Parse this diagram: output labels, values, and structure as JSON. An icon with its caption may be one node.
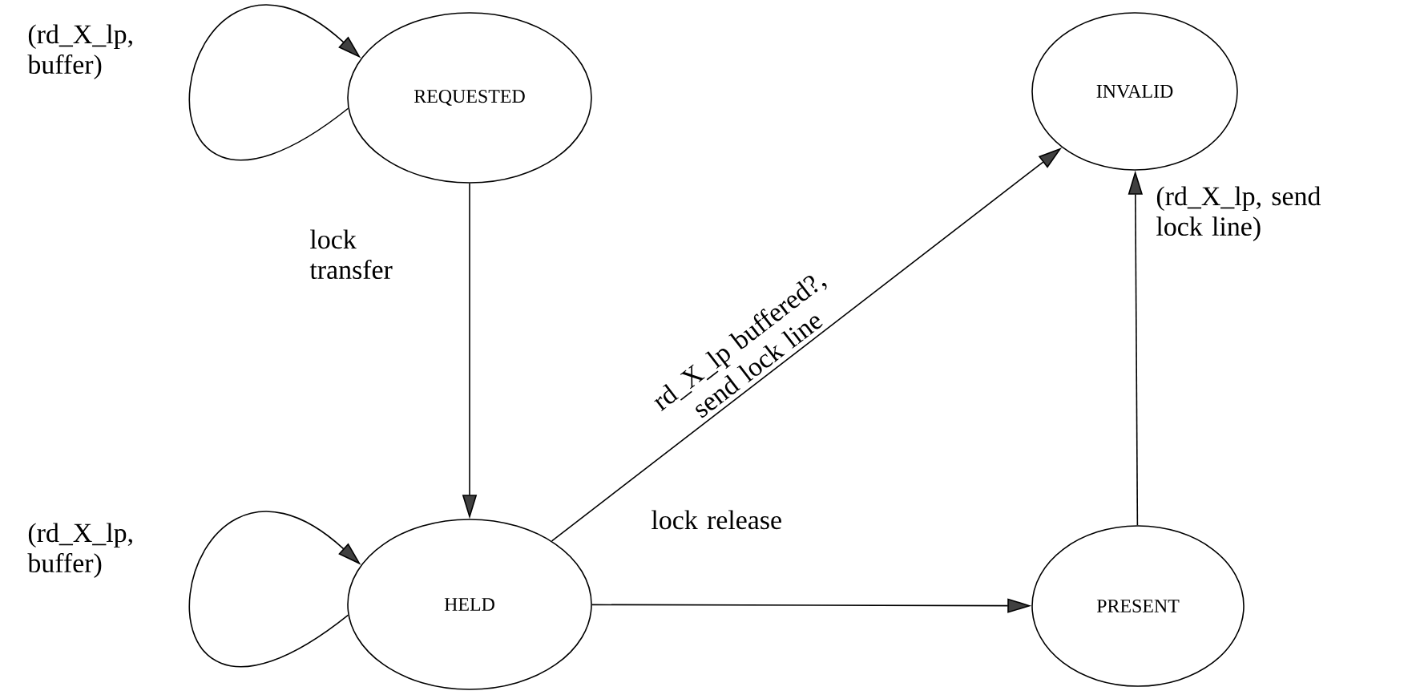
{
  "diagram": {
    "nodes": [
      {
        "text": [
          "REQUESTED"
        ]
      },
      {
        "text": [
          "INVALID"
        ]
      },
      {
        "text": [
          "HELD"
        ]
      },
      {
        "text": [
          "PRESENT"
        ]
      }
    ],
    "edges": [
      {
        "from": 0,
        "to": 0,
        "arrow": "to",
        "label": "(rd_X_lp, buffer)"
      },
      {
        "from": 0,
        "to": 2,
        "arrow": "to",
        "label": "lock transfer"
      },
      {
        "from": 2,
        "to": 2,
        "arrow": "to",
        "label": "(rd_X_lp, buffer)"
      },
      {
        "from": 2,
        "to": 1,
        "arrow": "to",
        "label": "rd_X_lp buffered?, send lock line"
      },
      {
        "from": 2,
        "to": 3,
        "arrow": "to",
        "label": "lock release"
      },
      {
        "from": 3,
        "to": 1,
        "arrow": "to",
        "label": "(rd_X_lp, send lock line)"
      }
    ]
  }
}
